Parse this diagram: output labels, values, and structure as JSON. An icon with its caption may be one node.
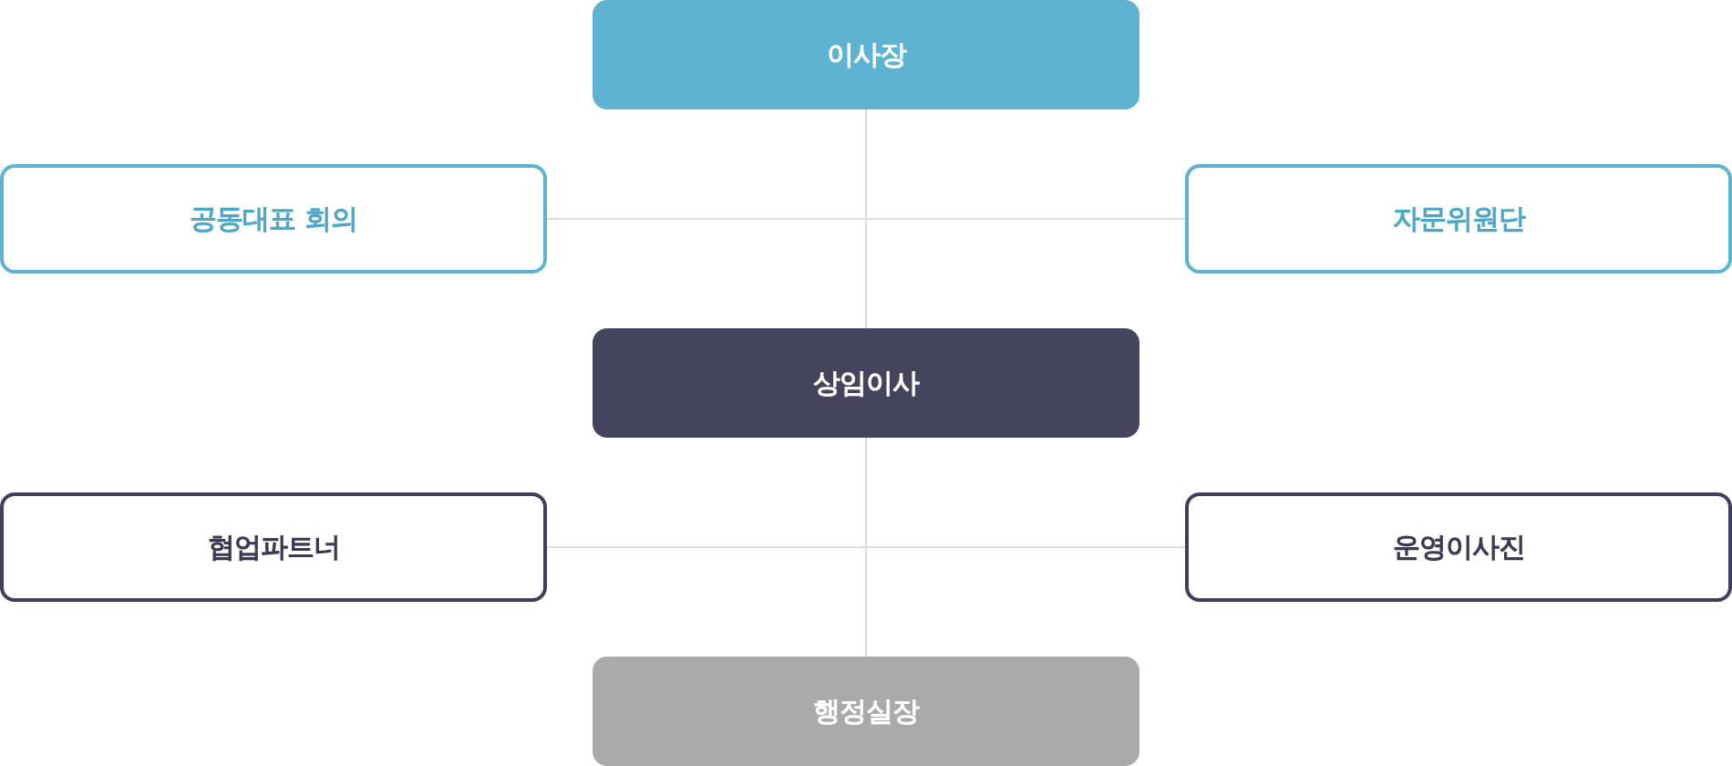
{
  "diagram": {
    "nodes": [
      {
        "text": [
          "이사장"
        ]
      },
      {
        "text": [
          "공동대표 회의"
        ]
      },
      {
        "text": [
          "자문위원단"
        ]
      },
      {
        "text": [
          "상임이사"
        ]
      },
      {
        "text": [
          "협업파트너"
        ]
      },
      {
        "text": [
          "운영이사진"
        ]
      },
      {
        "text": [
          "행정실장"
        ]
      }
    ],
    "edges": [
      {
        "from": 0,
        "to": 1,
        "arrow": "none"
      },
      {
        "from": 0,
        "to": 2,
        "arrow": "none"
      },
      {
        "from": 0,
        "to": 3,
        "arrow": "none"
      },
      {
        "from": 3,
        "to": 4,
        "arrow": "none"
      },
      {
        "from": 3,
        "to": 5,
        "arrow": "none"
      },
      {
        "from": 3,
        "to": 6,
        "arrow": "none"
      }
    ]
  }
}
